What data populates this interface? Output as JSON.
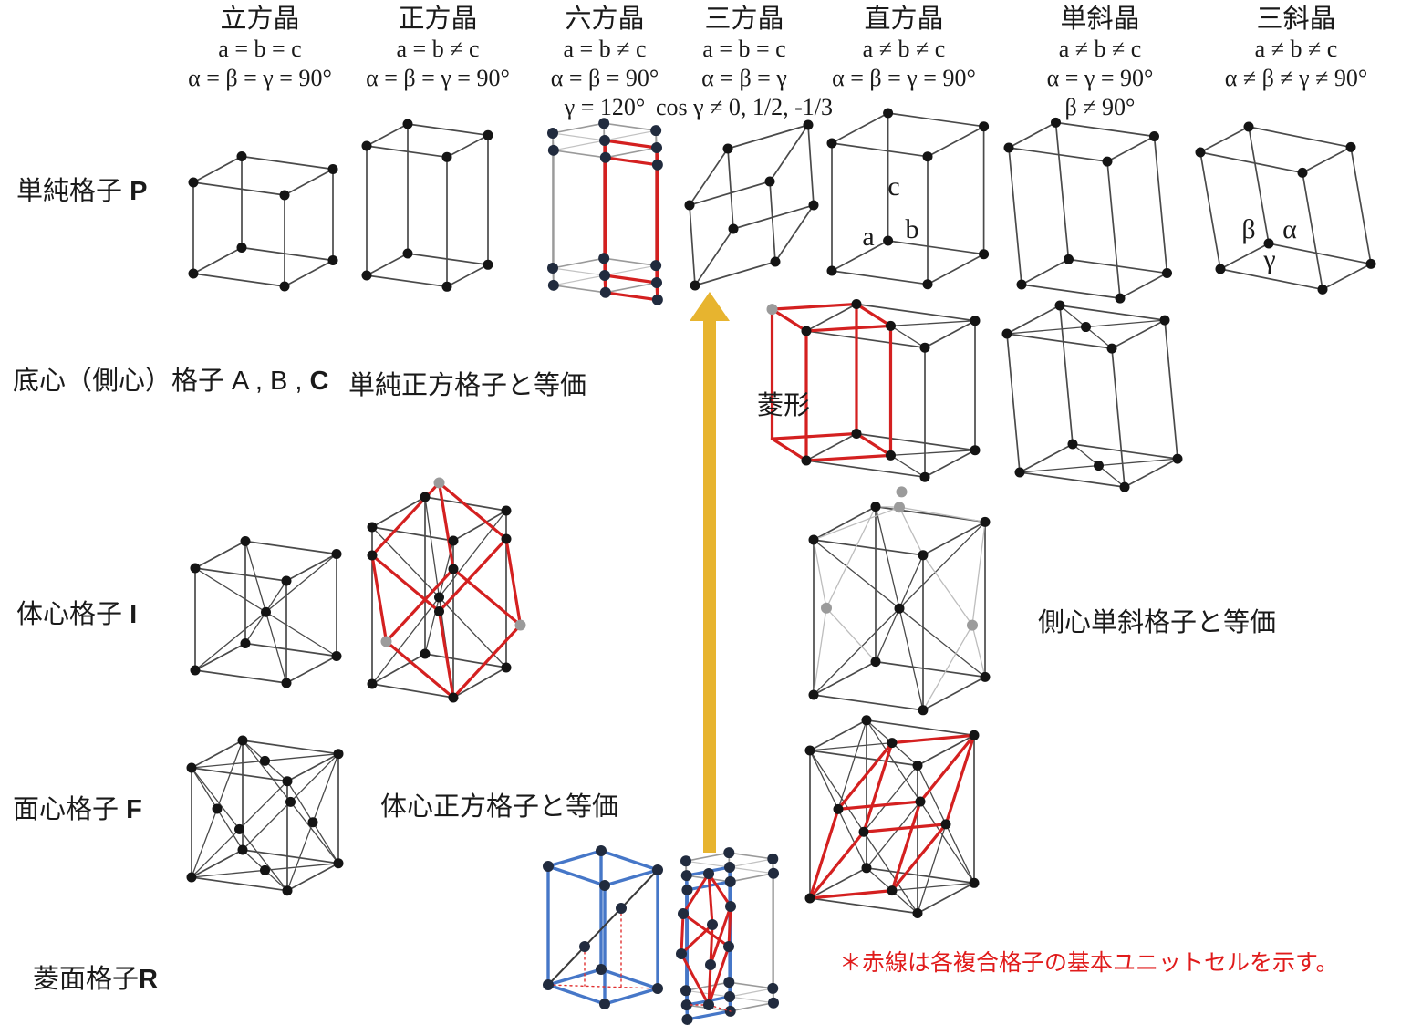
{
  "columns": [
    {
      "title": "立方晶",
      "lines": [
        "a = b = c",
        "α = β = γ = 90°"
      ]
    },
    {
      "title": "正方晶",
      "lines": [
        "a = b ≠ c",
        "α = β = γ = 90°"
      ]
    },
    {
      "title": "六方晶",
      "lines": [
        "a = b ≠ c",
        "α = β = 90°",
        "γ = 120°"
      ]
    },
    {
      "title": "三方晶",
      "lines": [
        "a = b = c",
        "α = β = γ",
        "cos γ ≠ 0, 1/2, -1/3"
      ]
    },
    {
      "title": "直方晶",
      "lines": [
        "a ≠ b ≠ c",
        "α = β = γ = 90°"
      ]
    },
    {
      "title": "単斜晶",
      "lines": [
        "a ≠ b ≠ c",
        "α = γ = 90°",
        "β ≠ 90°"
      ]
    },
    {
      "title": "三斜晶",
      "lines": [
        "a ≠ b ≠ c",
        "α ≠ β ≠ γ ≠ 90°"
      ]
    }
  ],
  "rows": [
    {
      "prefix": "単純格子 ",
      "symbol": "P"
    },
    {
      "prefix": "底心（側心）格子 A , B , ",
      "symbol": "C"
    },
    {
      "prefix": "体心格子 ",
      "symbol": "I"
    },
    {
      "prefix": "面心格子 ",
      "symbol": "F"
    },
    {
      "prefix": "菱面格子",
      "symbol": "R"
    }
  ],
  "annotations": {
    "row2_equivalence": "単純正方格子と等価",
    "rhombus_label": "菱形",
    "row3_equivalence": "側心単斜格子と等価",
    "row4_equivalence": "体心正方格子と等価"
  },
  "note": {
    "text": "＊赤線は各複合格子の基本ユニットセルを示す。"
  },
  "axis_labels": {
    "a": "a",
    "b": "b",
    "c": "c",
    "alpha": "α",
    "beta": "β",
    "gamma": "γ"
  },
  "colors": {
    "highlight_red": "#D42020",
    "highlight_blue": "#4677C8",
    "arrow_yellow": "#E7B42F",
    "note_red": "#E01B1B",
    "edge_dark": "#4A4A4A",
    "edge_light": "#9A9A9A",
    "spoke_light": "#C2C2C2",
    "dot_black": "#141414",
    "dot_navy": "#212B3E",
    "dot_gray": "#9B9B9B",
    "dotted_red": "#E03030"
  },
  "lattices": [
    {
      "name": "cubic-P",
      "system": "立方晶",
      "centering": "P",
      "highlight": null
    },
    {
      "name": "tetragonal-P",
      "system": "正方晶",
      "centering": "P",
      "highlight": null
    },
    {
      "name": "hexagonal-P",
      "system": "六方晶",
      "centering": "P",
      "highlight": "red"
    },
    {
      "name": "trigonal-R",
      "system": "三方晶",
      "centering": "P",
      "highlight": null
    },
    {
      "name": "orthorhombic-P",
      "system": "直方晶",
      "centering": "P",
      "highlight": null
    },
    {
      "name": "monoclinic-P",
      "system": "単斜晶",
      "centering": "P",
      "highlight": null
    },
    {
      "name": "triclinic-P",
      "system": "三斜晶",
      "centering": "P",
      "highlight": null
    },
    {
      "name": "orthorhombic-C",
      "system": "直方晶",
      "centering": "C",
      "highlight": "red"
    },
    {
      "name": "monoclinic-C",
      "system": "単斜晶",
      "centering": "C",
      "highlight": null
    },
    {
      "name": "cubic-I",
      "system": "立方晶",
      "centering": "I",
      "highlight": null
    },
    {
      "name": "tetragonal-I",
      "system": "正方晶",
      "centering": "I",
      "highlight": "red"
    },
    {
      "name": "orthorhombic-I",
      "system": "直方晶",
      "centering": "I",
      "highlight": null
    },
    {
      "name": "cubic-F",
      "system": "立方晶",
      "centering": "F",
      "highlight": null
    },
    {
      "name": "orthorhombic-F",
      "system": "直方晶",
      "centering": "F",
      "highlight": "red"
    },
    {
      "name": "rhombohedral-prism",
      "system": "三方晶",
      "centering": "R",
      "highlight": "blue"
    },
    {
      "name": "rhombohedral-R-cell",
      "system": "三方晶",
      "centering": "R",
      "highlight": "blue-red"
    }
  ]
}
